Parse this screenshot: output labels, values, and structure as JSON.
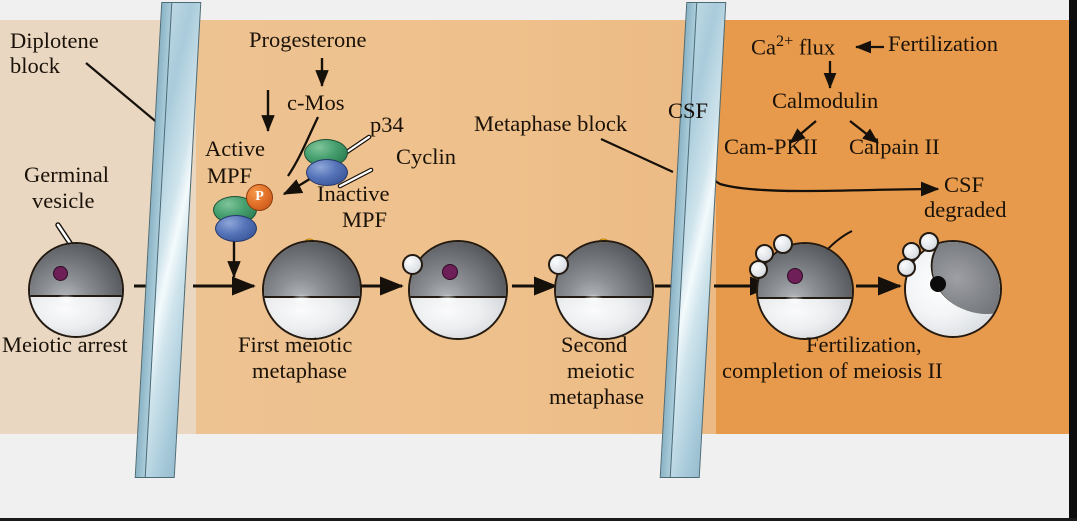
{
  "figure": {
    "title": "Xenopus oocyte meiotic maturation and fertilization pathway",
    "colors": {
      "band_left": "#e9d7c1",
      "band_mid": "#eec392",
      "band_right": "#e79a4c",
      "glass": "#bcd7e2",
      "protein_p34": "#47a06f",
      "protein_cyclin": "#5573b8",
      "phosphate": "#e2722a",
      "nucleus": "#6e1f57",
      "spindle": "#cf3340",
      "page_background": "#f0f0f0"
    }
  },
  "labels": {
    "diplotene_block": "Diplotene\nblock",
    "diplotene_block_line1": "Diplotene",
    "diplotene_block_line2": "block",
    "germinal_vesicle_line1": "Germinal",
    "germinal_vesicle_line2": "vesicle",
    "meiotic_arrest": "Meiotic arrest",
    "progesterone": "Progesterone",
    "c_mos": "c-Mos",
    "active_mpf_line1": "Active",
    "active_mpf_line2": "MPF",
    "inactive_mpf_line1": "Inactive",
    "inactive_mpf_line2": "MPF",
    "p34": "p34",
    "cyclin": "Cyclin",
    "first_meiotic_line1": "First meiotic",
    "first_meiotic_line2": "metaphase",
    "second_meiotic_line1": "Second",
    "second_meiotic_line2": "meiotic",
    "second_meiotic_line3": "metaphase",
    "metaphase_block": "Metaphase block",
    "csf": "CSF",
    "ca_flux_ion": "Ca",
    "ca_flux_charge": "2+",
    "ca_flux_word": "flux",
    "fertilization_input": "Fertilization",
    "calmodulin": "Calmodulin",
    "cam_pkii": "Cam-PKII",
    "calpain_ii": "Calpain II",
    "csf_degraded_line1": "CSF",
    "csf_degraded_line2": "degraded",
    "fertilization_caption_line1": "Fertilization,",
    "fertilization_caption_line2": "completion of meiosis II"
  },
  "stages": [
    {
      "id": "meiotic-arrest",
      "caption": "Meiotic arrest",
      "polar_bodies": 0,
      "nucleus": "purple",
      "spindle": false
    },
    {
      "id": "first-meiotic-metaphase",
      "caption": "First meiotic metaphase",
      "polar_bodies": 0,
      "nucleus": "none",
      "spindle": true
    },
    {
      "id": "after-meiosis-i",
      "caption": "",
      "polar_bodies": 1,
      "nucleus": "purple",
      "spindle": false
    },
    {
      "id": "second-meiotic-metaphase",
      "caption": "Second meiotic metaphase",
      "polar_bodies": 1,
      "nucleus": "none",
      "spindle": true
    },
    {
      "id": "fertilized-egg",
      "caption": "Fertilization, completion of meiosis II",
      "polar_bodies": 3,
      "nucleus": "purple",
      "spindle": false,
      "sperm": true
    },
    {
      "id": "zygote",
      "caption": "",
      "polar_bodies": 3,
      "nucleus": "dark",
      "spindle": false
    }
  ],
  "pathway": {
    "progesterone_to_cmos": "Progesterone → c-Mos",
    "cmos_activates_mpf": "c-Mos converts Inactive MPF (p34 + Cyclin) to Active MPF (phosphorylated)",
    "mpf_drives_metaphase": "Active MPF → First meiotic metaphase",
    "fertilization_cascade": "Fertilization → Ca2+ flux → Calmodulin → Cam-PKII / Calpain II → CSF degraded"
  },
  "barriers": [
    {
      "id": "diplotene-block",
      "label": "Diplotene block"
    },
    {
      "id": "metaphase-block",
      "label": "Metaphase block",
      "factor": "CSF"
    }
  ]
}
